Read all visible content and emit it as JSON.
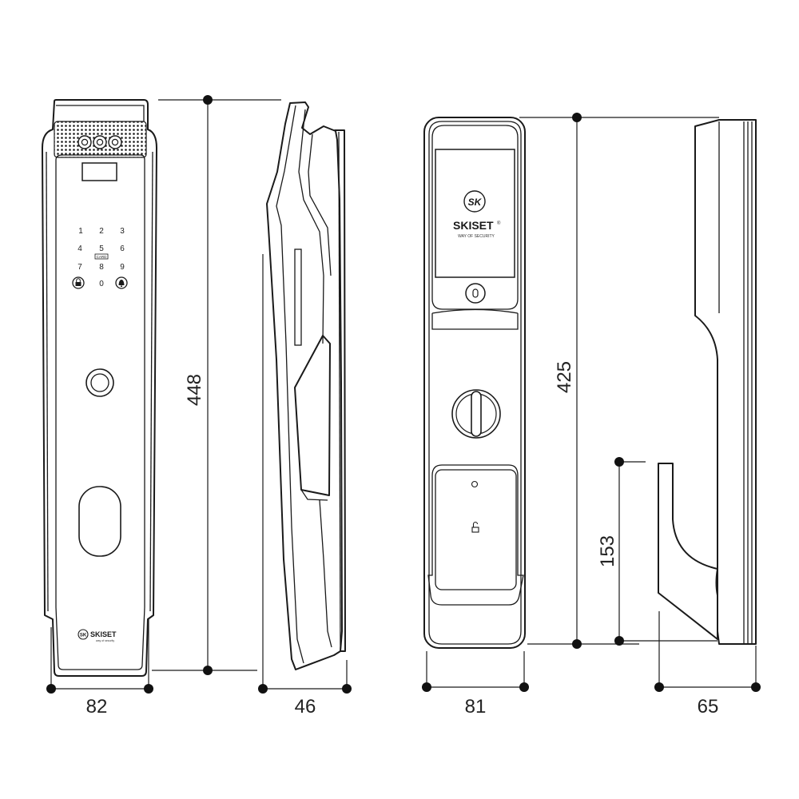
{
  "dimensions": {
    "front_height": "448",
    "front_width": "82",
    "side_depth": "46",
    "back_height": "425",
    "back_width": "81",
    "handle_height": "153",
    "handle_depth": "65"
  },
  "keypad": {
    "keys": [
      "1",
      "2",
      "3",
      "4",
      "5",
      "6",
      "7",
      "8",
      "9",
      "0"
    ],
    "card_label": "CARD"
  },
  "branding": {
    "logo_initials": "SK",
    "name": "SKISET",
    "registered": "®",
    "tagline": "WAY OF SECURITY",
    "small_name": "SKISET",
    "small_tagline": "way of security"
  }
}
